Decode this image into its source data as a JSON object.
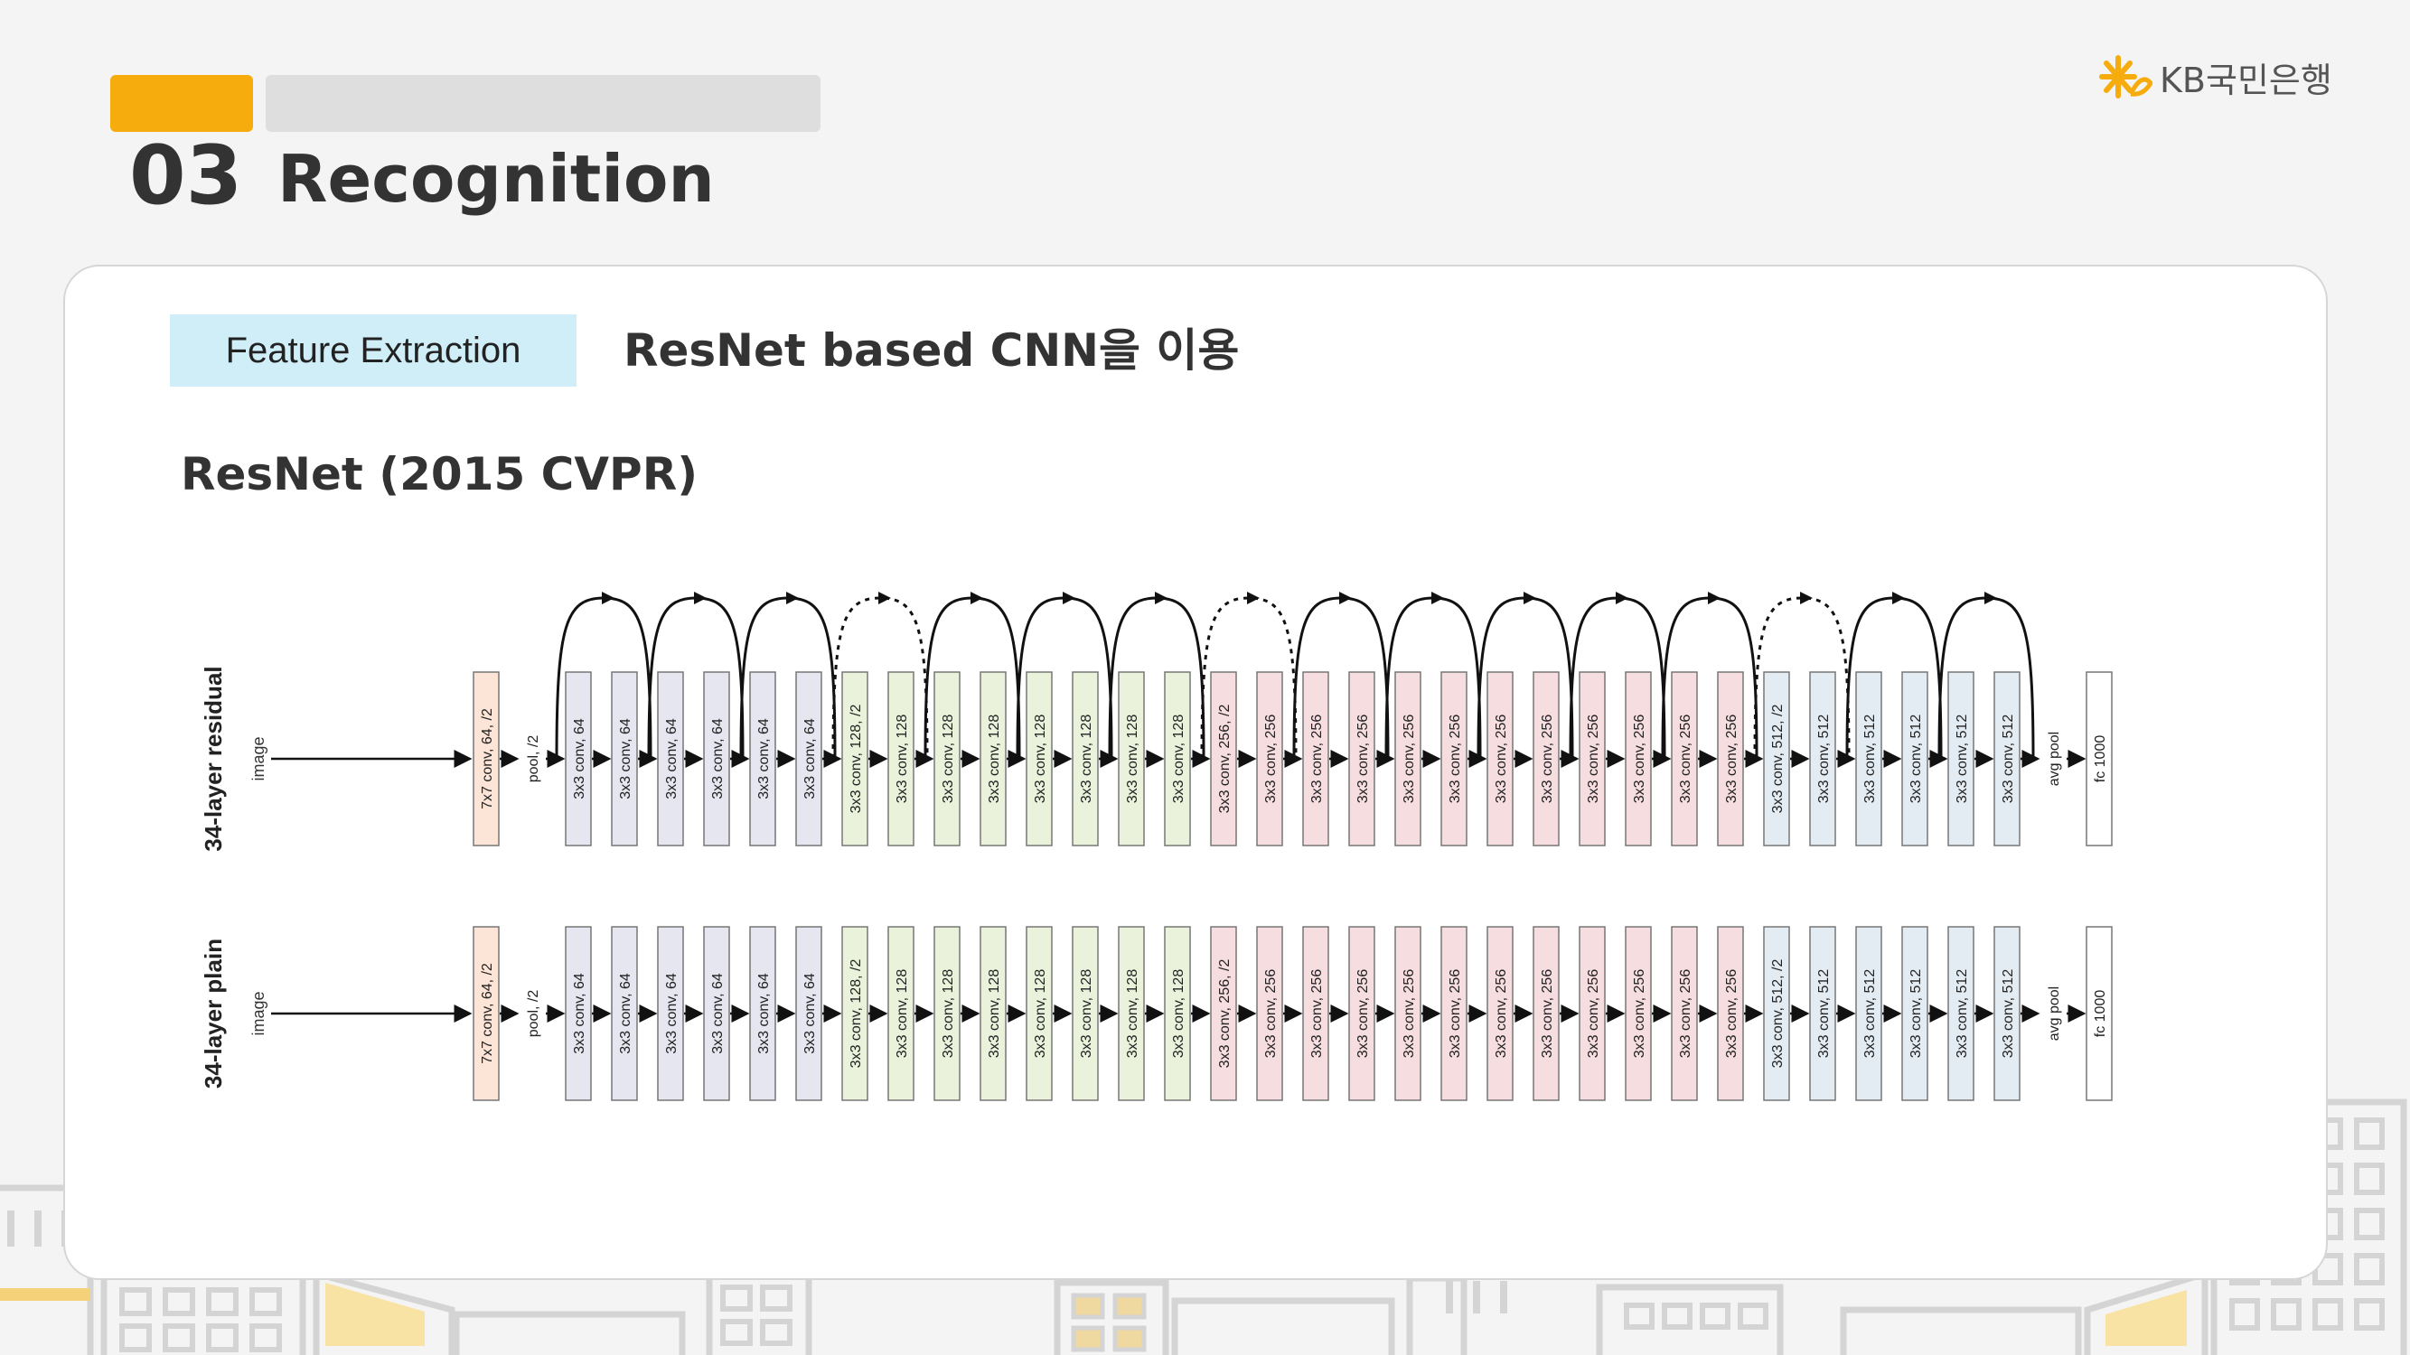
{
  "header": {
    "section_number": "03",
    "section_title": "Recognition",
    "logo_text": "KB국민은행"
  },
  "content": {
    "tag_label": "Feature Extraction",
    "headline": "ResNet based CNN을 이용",
    "subheading": "ResNet (2015 CVPR)"
  },
  "diagram": {
    "rows": [
      {
        "name": "34-layer residual",
        "has_shortcuts": true
      },
      {
        "name": "34-layer plain",
        "has_shortcuts": false
      }
    ],
    "input_label": "image",
    "layers": [
      {
        "label": "7x7 conv, 64, /2",
        "color": "#fce4d6"
      },
      {
        "label": "pool, /2",
        "color": "none"
      },
      {
        "label": "3x3 conv, 64",
        "color": "#e6e6f0"
      },
      {
        "label": "3x3 conv, 64",
        "color": "#e6e6f0"
      },
      {
        "label": "3x3 conv, 64",
        "color": "#e6e6f0"
      },
      {
        "label": "3x3 conv, 64",
        "color": "#e6e6f0"
      },
      {
        "label": "3x3 conv, 64",
        "color": "#e6e6f0"
      },
      {
        "label": "3x3 conv, 64",
        "color": "#e6e6f0"
      },
      {
        "label": "3x3 conv, 128, /2",
        "color": "#eaf2dc"
      },
      {
        "label": "3x3 conv, 128",
        "color": "#eaf2dc"
      },
      {
        "label": "3x3 conv, 128",
        "color": "#eaf2dc"
      },
      {
        "label": "3x3 conv, 128",
        "color": "#eaf2dc"
      },
      {
        "label": "3x3 conv, 128",
        "color": "#eaf2dc"
      },
      {
        "label": "3x3 conv, 128",
        "color": "#eaf2dc"
      },
      {
        "label": "3x3 conv, 128",
        "color": "#eaf2dc"
      },
      {
        "label": "3x3 conv, 128",
        "color": "#eaf2dc"
      },
      {
        "label": "3x3 conv, 256, /2",
        "color": "#f6dde0"
      },
      {
        "label": "3x3 conv, 256",
        "color": "#f6dde0"
      },
      {
        "label": "3x3 conv, 256",
        "color": "#f6dde0"
      },
      {
        "label": "3x3 conv, 256",
        "color": "#f6dde0"
      },
      {
        "label": "3x3 conv, 256",
        "color": "#f6dde0"
      },
      {
        "label": "3x3 conv, 256",
        "color": "#f6dde0"
      },
      {
        "label": "3x3 conv, 256",
        "color": "#f6dde0"
      },
      {
        "label": "3x3 conv, 256",
        "color": "#f6dde0"
      },
      {
        "label": "3x3 conv, 256",
        "color": "#f6dde0"
      },
      {
        "label": "3x3 conv, 256",
        "color": "#f6dde0"
      },
      {
        "label": "3x3 conv, 256",
        "color": "#f6dde0"
      },
      {
        "label": "3x3 conv, 256",
        "color": "#f6dde0"
      },
      {
        "label": "3x3 conv, 512, /2",
        "color": "#e4ecf3"
      },
      {
        "label": "3x3 conv, 512",
        "color": "#e4ecf3"
      },
      {
        "label": "3x3 conv, 512",
        "color": "#e4ecf3"
      },
      {
        "label": "3x3 conv, 512",
        "color": "#e4ecf3"
      },
      {
        "label": "3x3 conv, 512",
        "color": "#e4ecf3"
      },
      {
        "label": "3x3 conv, 512",
        "color": "#e4ecf3"
      },
      {
        "label": "avg pool",
        "color": "none"
      },
      {
        "label": "fc 1000",
        "color": "#ffffff"
      }
    ],
    "dashed_shortcut_blocks": [
      3,
      7,
      13
    ]
  }
}
